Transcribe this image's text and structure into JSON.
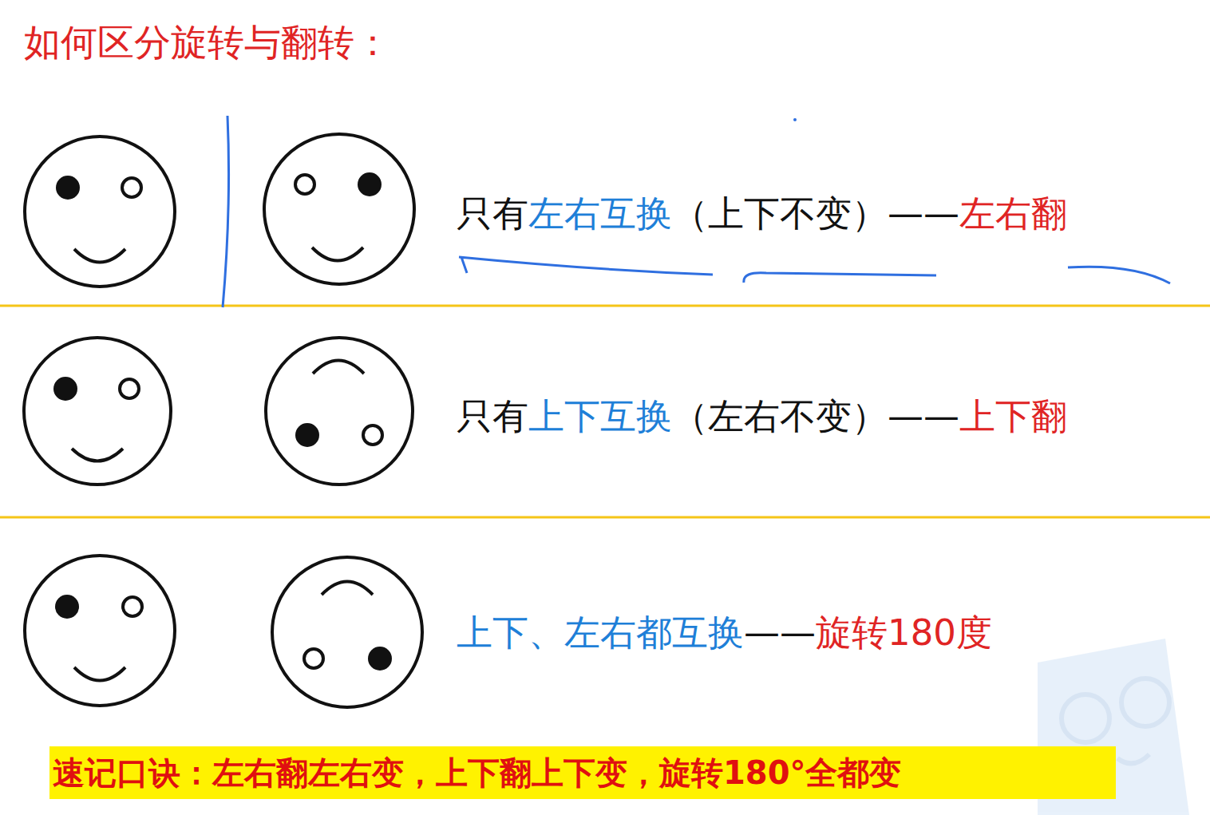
{
  "diagram": {
    "title": "如何区分旋转与翻转：",
    "nodes": [
      {
        "text": [
          "速记口诀：左右翻左右变，上下翻上下变，旋转180°全都变"
        ]
      }
    ],
    "labels": [
      "只有",
      "左右互换",
      "（上下不变）——",
      "左右翻",
      "只有",
      "上下互换",
      "（左右不变）——",
      "上下翻",
      "上下、左右都互换",
      "——",
      "旋转180度"
    ]
  }
}
